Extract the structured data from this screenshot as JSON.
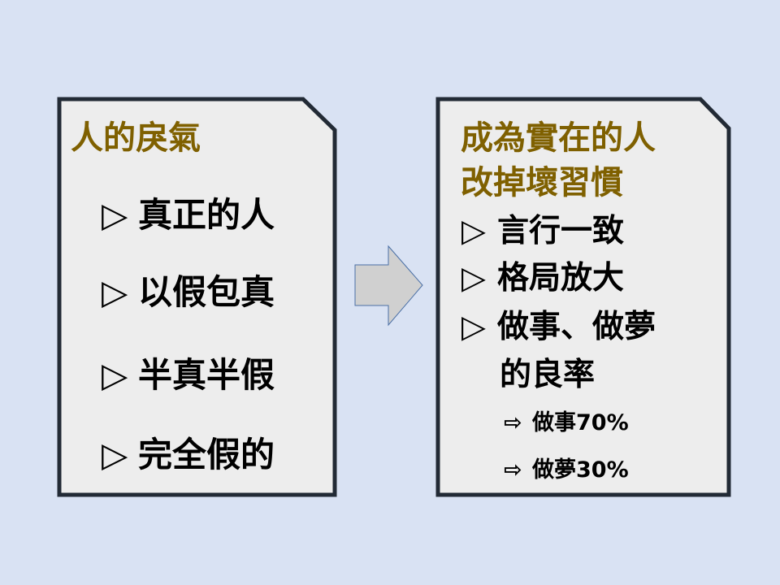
{
  "left_box": {
    "title": "人的戾氣",
    "bullet_marker": "▷",
    "items": [
      "真正的人",
      "以假包真",
      "半真半假",
      "完全假的"
    ]
  },
  "right_box": {
    "title_line1": "成為實在的人",
    "title_line2": "改掉壞習慣",
    "bullet_marker": "▷",
    "items": [
      "言行一致",
      "格局放大",
      "做事、做夢"
    ],
    "item3_continuation": "的良率",
    "sub_marker": "⇨",
    "sub_items": [
      "做事70%",
      "做夢30%"
    ]
  },
  "colors": {
    "background": "#d9e2f3",
    "box_fill": "#ededed",
    "box_border": "#222a35",
    "title": "#7f6000",
    "arrow_fill": "#d0d0d0",
    "arrow_border": "#4a6fa5"
  }
}
